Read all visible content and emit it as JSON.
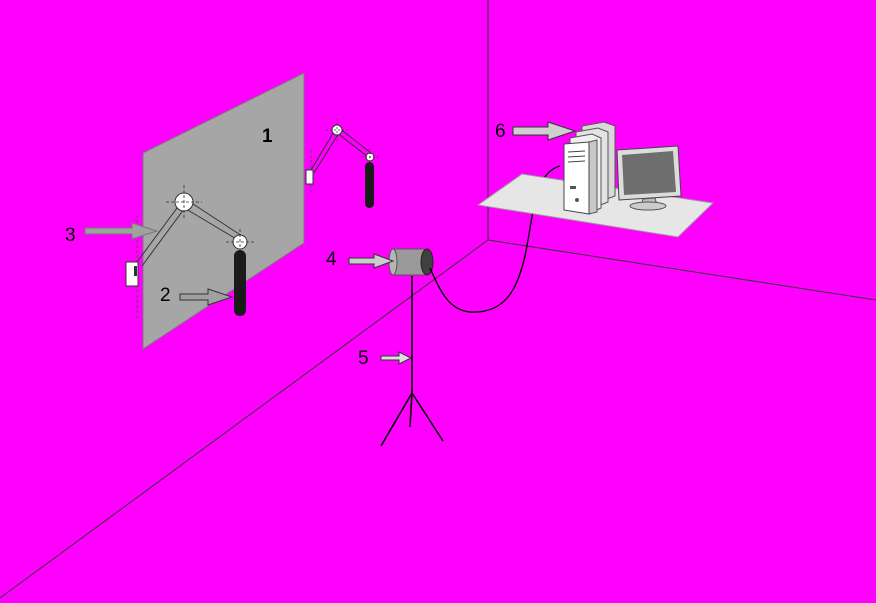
{
  "labels": {
    "board": "1",
    "weight": "2",
    "pivot": "3",
    "camera": "4",
    "tripod": "5",
    "computer": "6"
  },
  "colors": {
    "background": "#ff00ff",
    "board": "#a6a6a6",
    "table": "#e6e6e6",
    "cable": "#000000"
  }
}
